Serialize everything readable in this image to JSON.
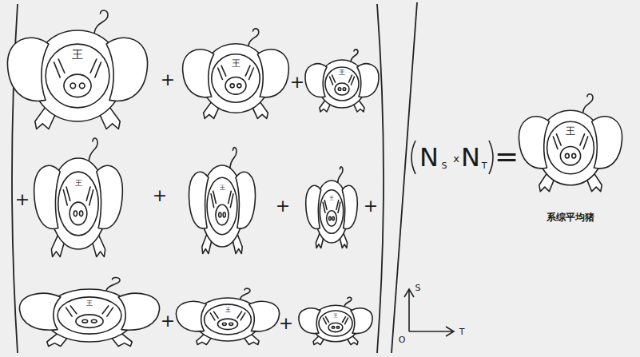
{
  "diagram": {
    "labels": [
      "王",
      "+",
      "王",
      "+",
      "王",
      "+",
      "王",
      "+",
      "王",
      "+",
      "王",
      "+",
      "N",
      "S",
      "x",
      "N",
      "T",
      "=",
      "王",
      "系综平均猪",
      "王",
      "+",
      "王",
      "+",
      "王",
      "S",
      "O",
      "T"
    ]
  }
}
